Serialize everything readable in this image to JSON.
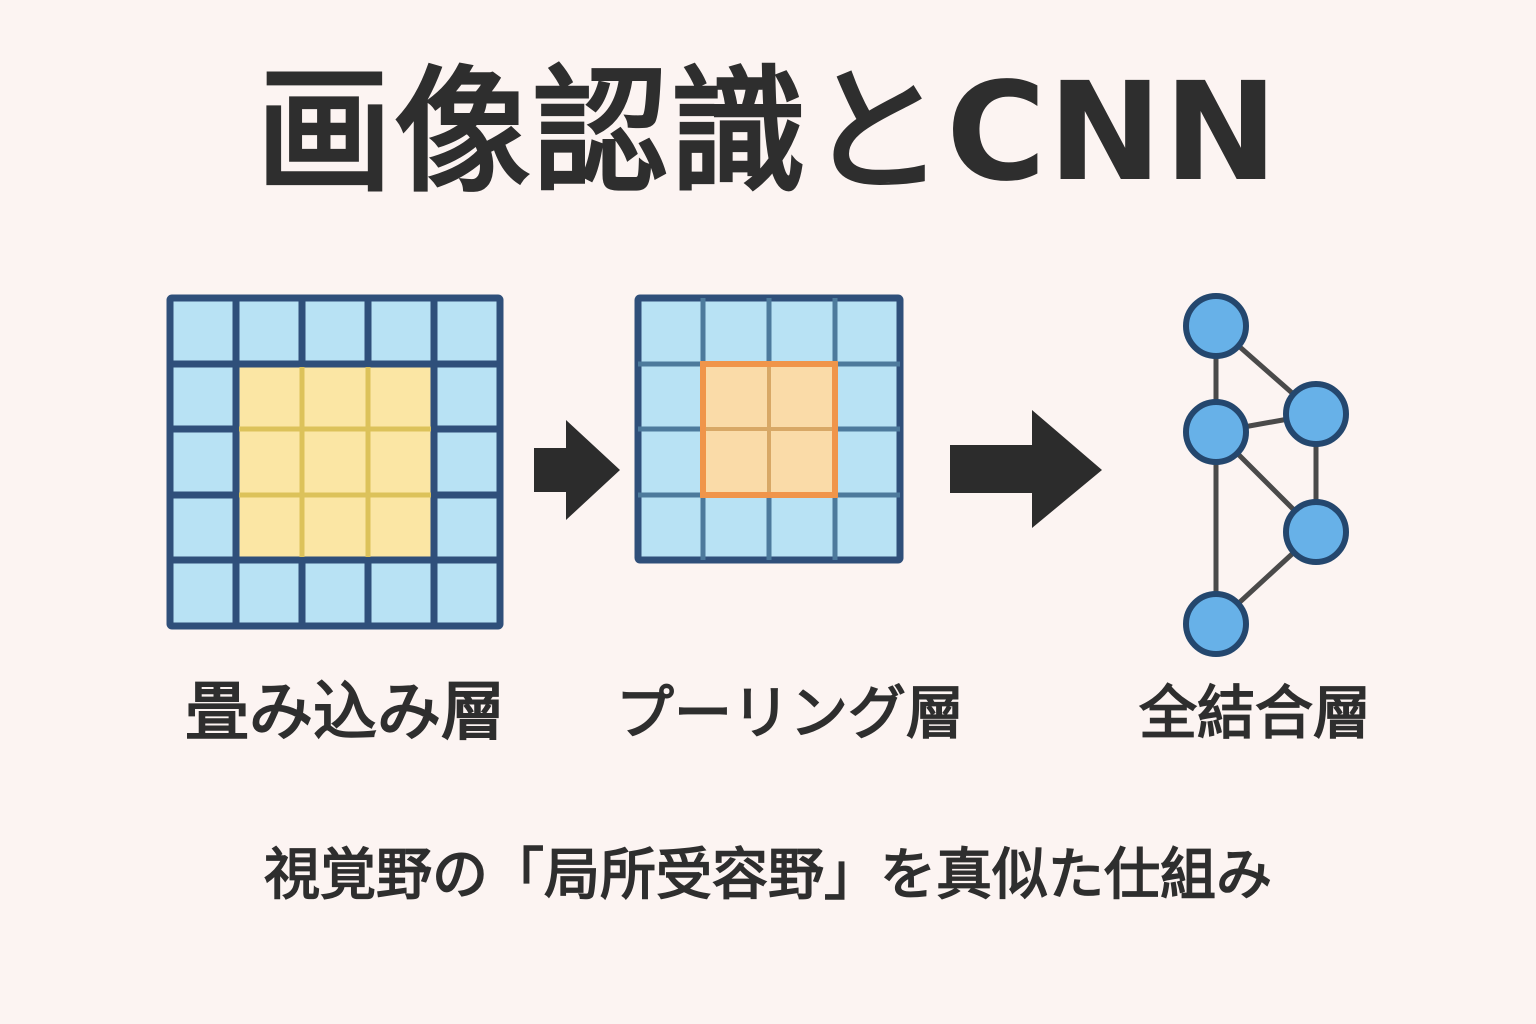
{
  "title": "画像認識とCNN",
  "stages": {
    "convolution": {
      "label": "畳み込み層",
      "grid_size": 5,
      "highlight_size": 3
    },
    "pooling": {
      "label": "プーリング層",
      "grid_size": 4,
      "highlight_size": 2
    },
    "fully_connected": {
      "label": "全結合層",
      "node_count": 5
    }
  },
  "caption": "視覚野の「局所受容野」を真似た仕組み",
  "colors": {
    "background": "#fcf4f2",
    "grid_fill": "#b8e2f4",
    "grid_stroke": "#2f4f7a",
    "conv_highlight": "#fbe6a4",
    "conv_highlight_line": "#dcc25a",
    "pool_highlight": "#fadba8",
    "pool_highlight_border": "#f0954a",
    "node_fill": "#67b1e8",
    "node_stroke": "#24476e",
    "edge": "#4a4a4a",
    "arrow": "#2c2c2c",
    "text": "#2e2e2e"
  }
}
